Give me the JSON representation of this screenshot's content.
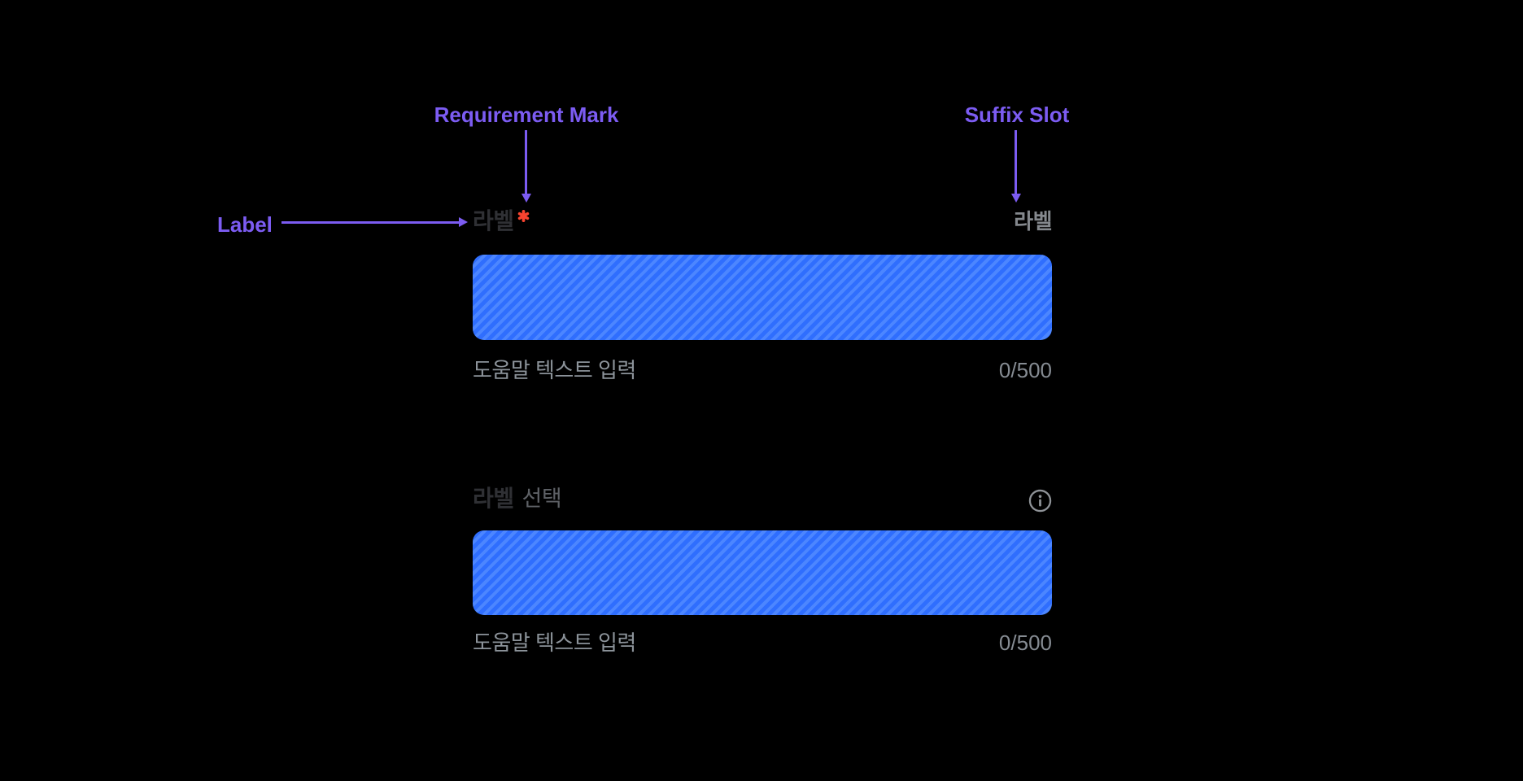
{
  "annotations": {
    "requirement_mark": "Requirement Mark",
    "suffix_slot": "Suffix Slot",
    "label": "Label"
  },
  "colors": {
    "background": "#000000",
    "annotation_purple": "#7C5CF2",
    "required_mark_red": "#F8432F",
    "label_text": "#2F3034",
    "label_secondary_text": "#5E6166",
    "suffix_text": "#84888D",
    "helper_text": "#8C939A",
    "counter_text": "#858B92",
    "slot_blue_base": "#2F6EFE",
    "slot_blue_stripe": "#4C86FF",
    "info_icon": "#8E9297"
  },
  "fields": [
    {
      "label": "라벨",
      "required": true,
      "required_mark": "*",
      "suffix_label": "라벨",
      "helper_text": "도움말 텍스트 입력",
      "counter": "0/500"
    },
    {
      "label": "라벨",
      "label_secondary": "선택",
      "suffix_icon": "info-icon",
      "helper_text": "도움말 텍스트 입력",
      "counter": "0/500"
    }
  ]
}
